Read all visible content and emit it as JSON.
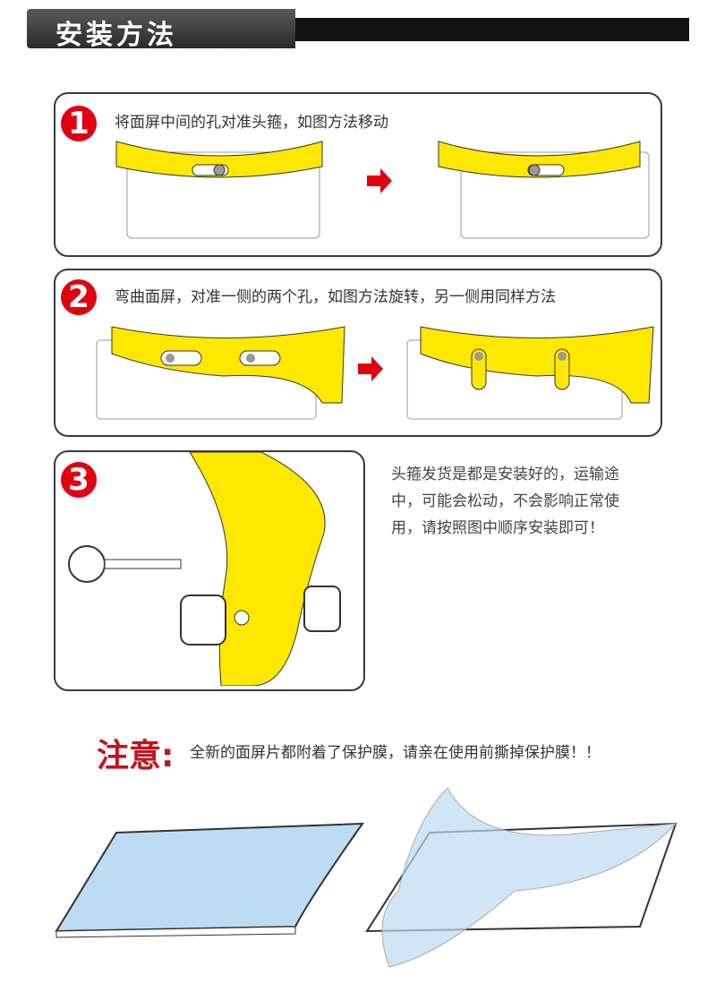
{
  "header": {
    "title": "安装方法"
  },
  "steps": [
    {
      "number": "1",
      "text": "将面屏中间的孔对准头箍，如图方法移动"
    },
    {
      "number": "2",
      "text": "弯曲面屏，对准一侧的两个孔，如图方法旋转，另一侧用同样方法"
    },
    {
      "number": "3",
      "text": "头箍发货是都是安装好的，运输途中，可能会松动，不会影响正常使用，请按照图中顺序安装即可！"
    }
  ],
  "note": {
    "label": "注意:",
    "text": "全新的面屏片都附着了保护膜，请亲在使用前撕掉保护膜！！"
  },
  "colors": {
    "accent": "#e10010",
    "yellow": "#ffe800",
    "film": "#bcdcf4"
  }
}
